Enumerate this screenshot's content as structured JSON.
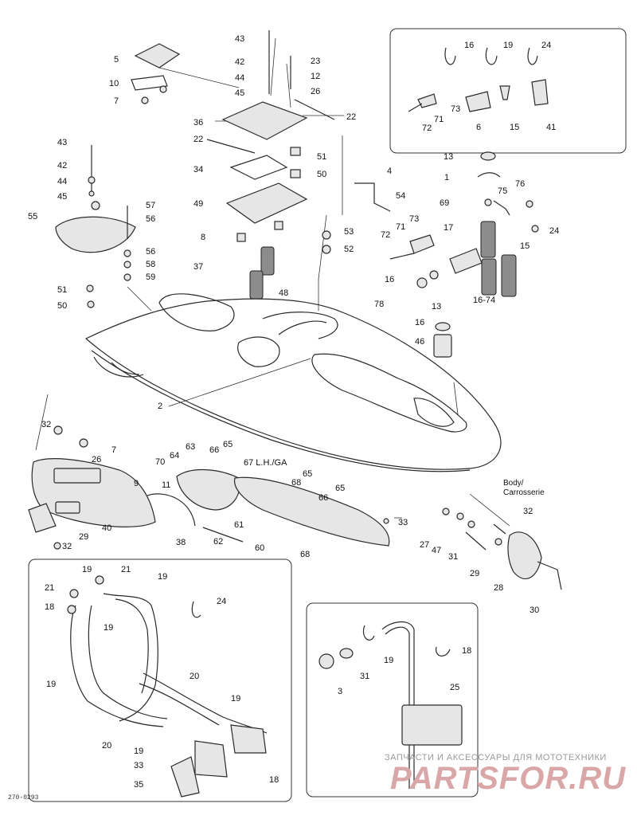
{
  "callouts": {
    "c43a": "43",
    "c42a": "42",
    "c23": "23",
    "c44a": "44",
    "c12": "12",
    "c45a": "45",
    "c26": "26",
    "c5": "5",
    "c10": "10",
    "c7a": "7",
    "c22a": "22",
    "c36": "36",
    "c22b": "22",
    "c51a": "51",
    "c34": "34",
    "c50a": "50",
    "c49": "49",
    "c53": "53",
    "c8a": "8",
    "c52": "52",
    "c37": "37",
    "c48": "48",
    "c43b": "43",
    "c42b": "42",
    "c44b": "44",
    "c45b": "45",
    "c55": "55",
    "c57": "57",
    "c56a": "56",
    "c56b": "56",
    "c58": "58",
    "c59": "59",
    "c51b": "51",
    "c50b": "50",
    "c16a": "16",
    "c19a": "19",
    "c24a": "24",
    "c73a": "73",
    "c71a": "71",
    "c72a": "72",
    "c6": "6",
    "c15a": "15",
    "c41": "41",
    "c13a": "13",
    "c1": "1",
    "c76": "76",
    "c75": "75",
    "c69": "69",
    "c17": "17",
    "c15b": "15",
    "c24b": "24",
    "c4": "4",
    "c54": "54",
    "c73b": "73",
    "c71b": "71",
    "c72b": "72",
    "c16b": "16",
    "c13b": "13",
    "c1674": "16-74",
    "c78": "78",
    "c16c": "16",
    "c46": "46",
    "c2": "2",
    "c32a": "32",
    "c7b": "7",
    "c26b": "26",
    "c63": "63",
    "c64": "64",
    "c66a": "66",
    "c65a": "65",
    "c67": "67 L.H./GA",
    "c70": "70",
    "c65b": "65",
    "c68a": "68",
    "c65c": "65",
    "c66b": "66",
    "c9": "9",
    "c11": "11",
    "c40": "40",
    "c29a": "29",
    "c32b": "32",
    "c38": "38",
    "c61": "61",
    "c62": "62",
    "c60": "60",
    "c68b": "68",
    "c33a": "33",
    "c32c": "32",
    "c27": "27",
    "c47": "47",
    "c31a": "31",
    "c29b": "29",
    "c28": "28",
    "c30": "30",
    "c19b": "19",
    "c21a": "21",
    "c19c": "19",
    "c21b": "21",
    "c18a": "18",
    "c19d": "19",
    "c24c": "24",
    "c19e": "19",
    "c20a": "20",
    "c19f": "19",
    "c20b": "20",
    "c19g": "19",
    "c33b": "33",
    "c35": "35",
    "c18b": "18",
    "c19h": "19",
    "c18c": "18",
    "c31b": "31",
    "c3": "3",
    "c25": "25"
  },
  "notes": {
    "body_label": "Body/",
    "body_label_fr": "Carrosserie"
  },
  "watermark": {
    "tagline": "ЗАПЧАСТИ И АКСЕССУАРЫ ДЛЯ МОТОТЕХНИКИ",
    "brand": "PARTSFOR.RU"
  },
  "drawing_code": "270-0293"
}
